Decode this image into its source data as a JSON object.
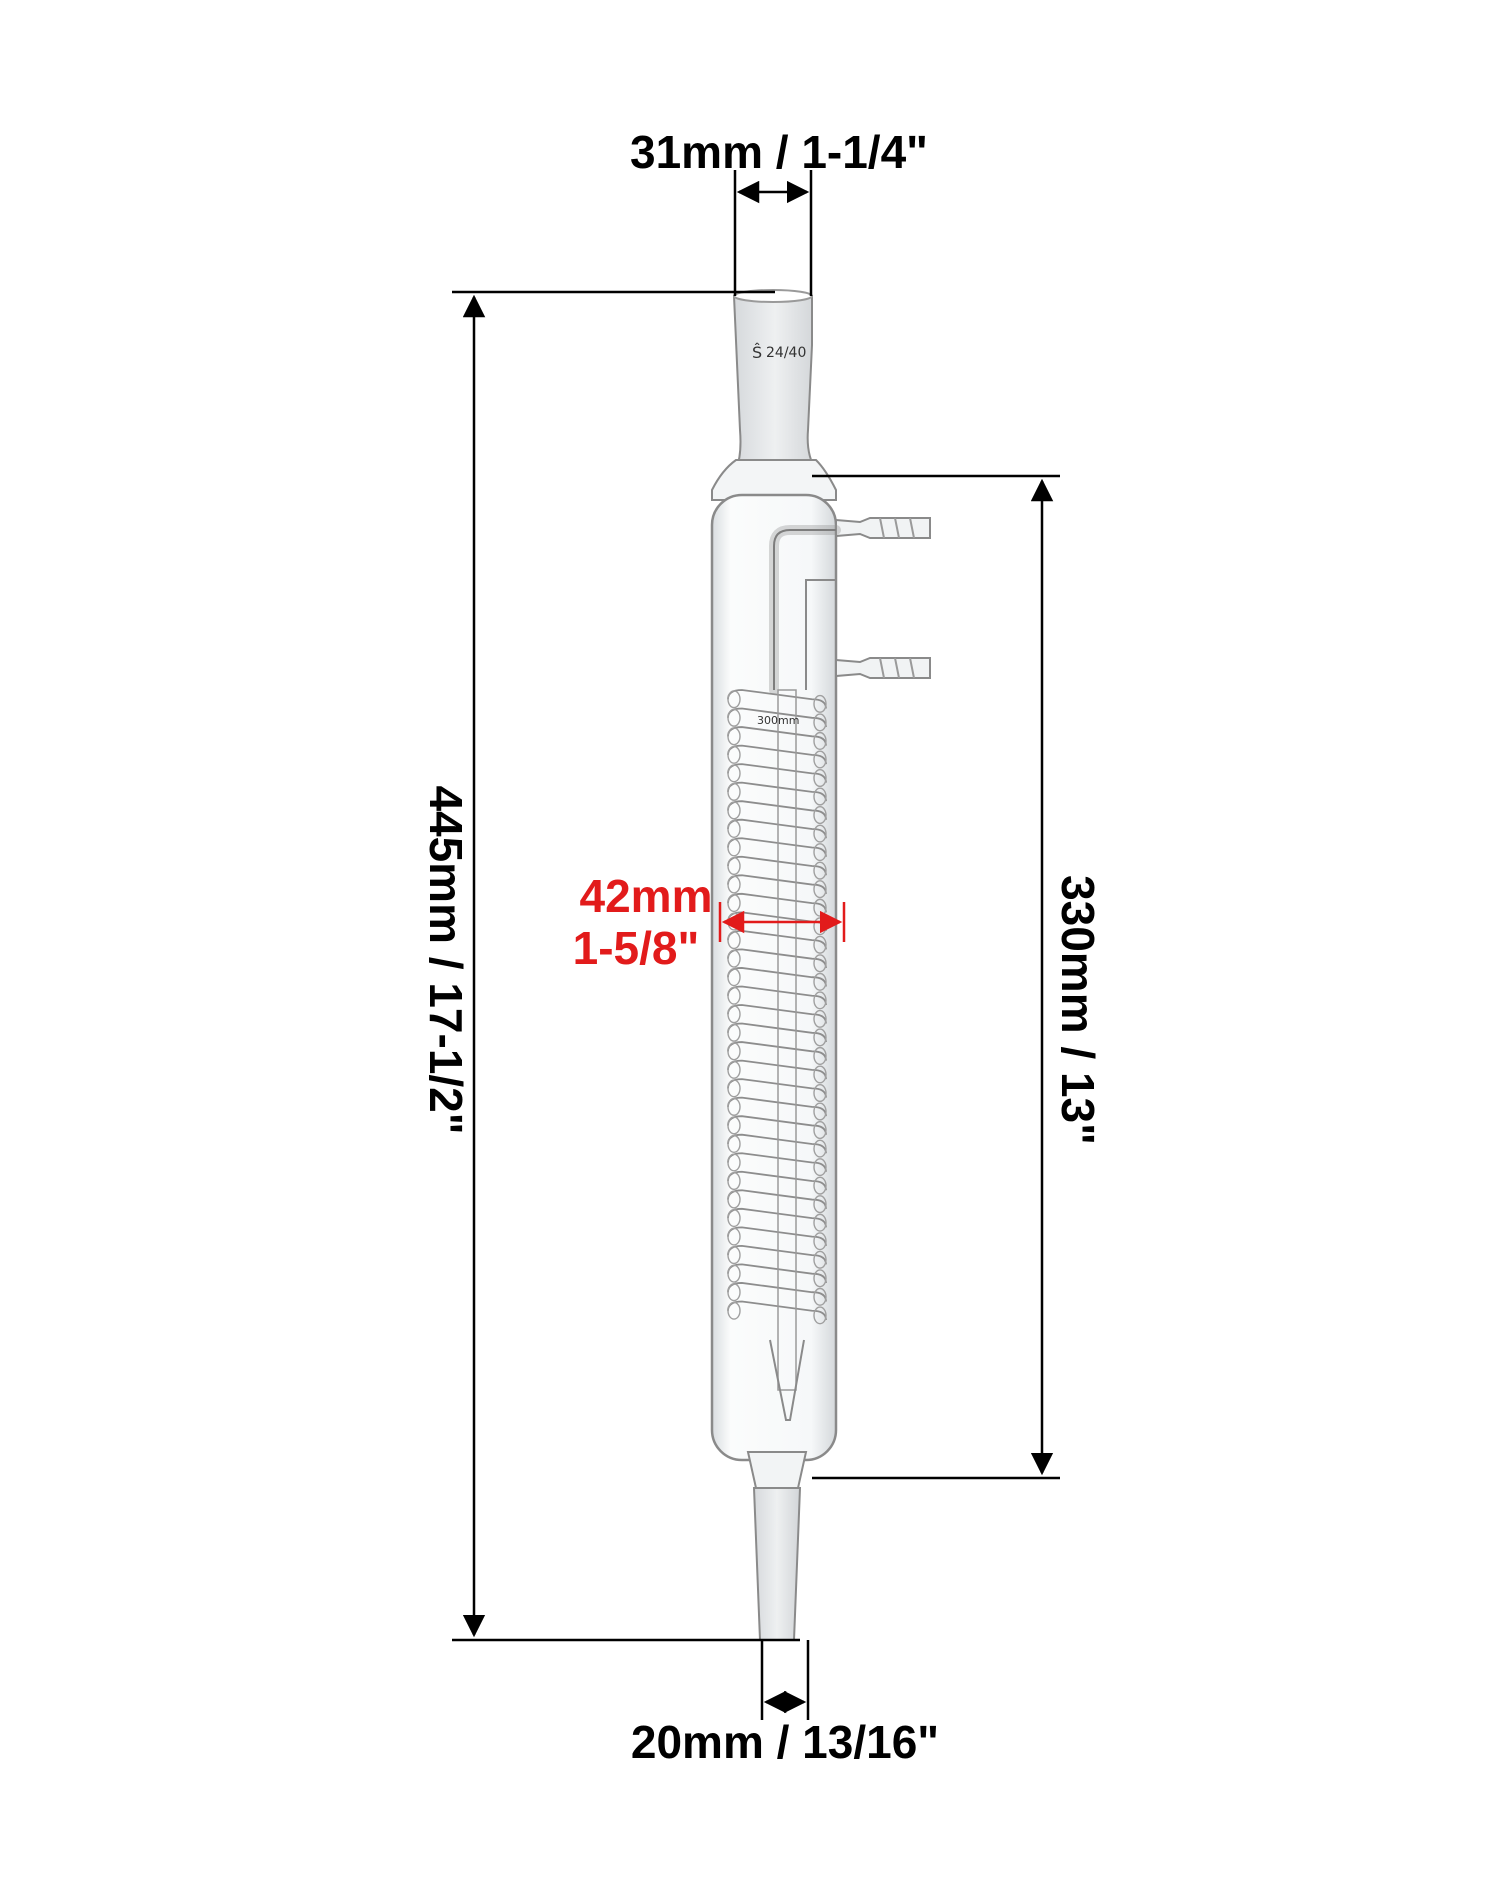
{
  "dimensions": {
    "top_opening": "31mm / 1-1/4\"",
    "overall_length": "445mm / 17-1/2\"",
    "jacket_length": "330mm / 13\"",
    "jacket_diameter_mm": "42mm",
    "jacket_diameter_in": "1-5/8\"",
    "bottom_joint": "20mm / 13/16\""
  },
  "glass_marks": {
    "joint_symbol": "Ŝ",
    "joint_size": "24/40",
    "coil_mark": "300mm"
  },
  "colors": {
    "dimension_lines": "#000000",
    "highlight": "#e21b1b",
    "glass_outline": "#8a8a8a",
    "glass_fill": "#f4f6f7"
  }
}
